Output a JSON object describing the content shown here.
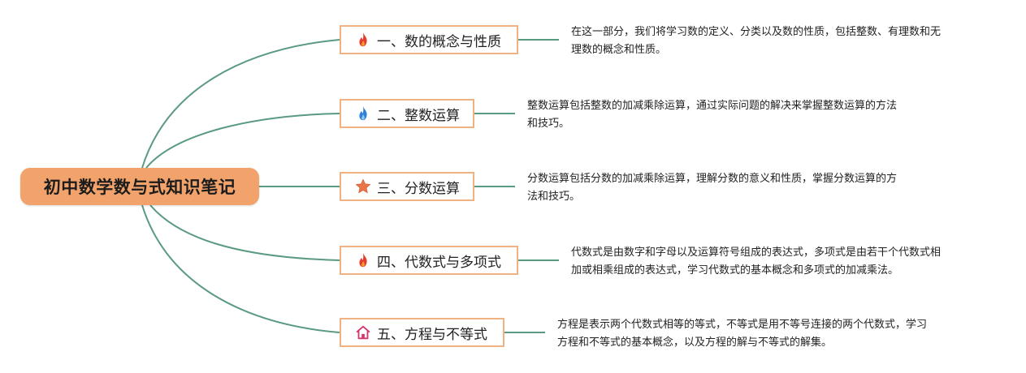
{
  "root": {
    "title": "初中数学数与式知识笔记",
    "color": "#f2a26b"
  },
  "connector_color": "#5a9a80",
  "branch_border_color": "#f0b183",
  "branches": [
    {
      "label": "一、数的概念与性质",
      "icon": "fire-red-icon",
      "desc_lines": [
        "在这一部分，我们将学习数的定义、分类以及数的性质，包括整数、有理数和无",
        "理数的概念和性质。"
      ]
    },
    {
      "label": "二、整数运算",
      "icon": "fire-blue-icon",
      "desc_lines": [
        "整数运算包括整数的加减乘除运算，通过实际问题的解决来掌握整数运算的方法",
        "和技巧。"
      ]
    },
    {
      "label": "三、分数运算",
      "icon": "star-icon",
      "desc_lines": [
        "分数运算包括分数的加减乘除运算，理解分数的意义和性质，掌握分数运算的方",
        "法和技巧。"
      ]
    },
    {
      "label": "四、代数式与多项式",
      "icon": "fire-red-icon",
      "desc_lines": [
        "代数式是由数字和字母以及运算符号组成的表达式，多项式是由若干个代数式相",
        "加或相乘组成的表达式，学习代数式的基本概念和多项式的加减乘法。"
      ]
    },
    {
      "label": "五、方程与不等式",
      "icon": "house-icon",
      "desc_lines": [
        "方程是表示两个代数式相等的等式，不等式是用不等号连接的两个代数式，学习",
        "方程和不等式的基本概念，以及方程的解与不等式的解集。"
      ]
    }
  ]
}
